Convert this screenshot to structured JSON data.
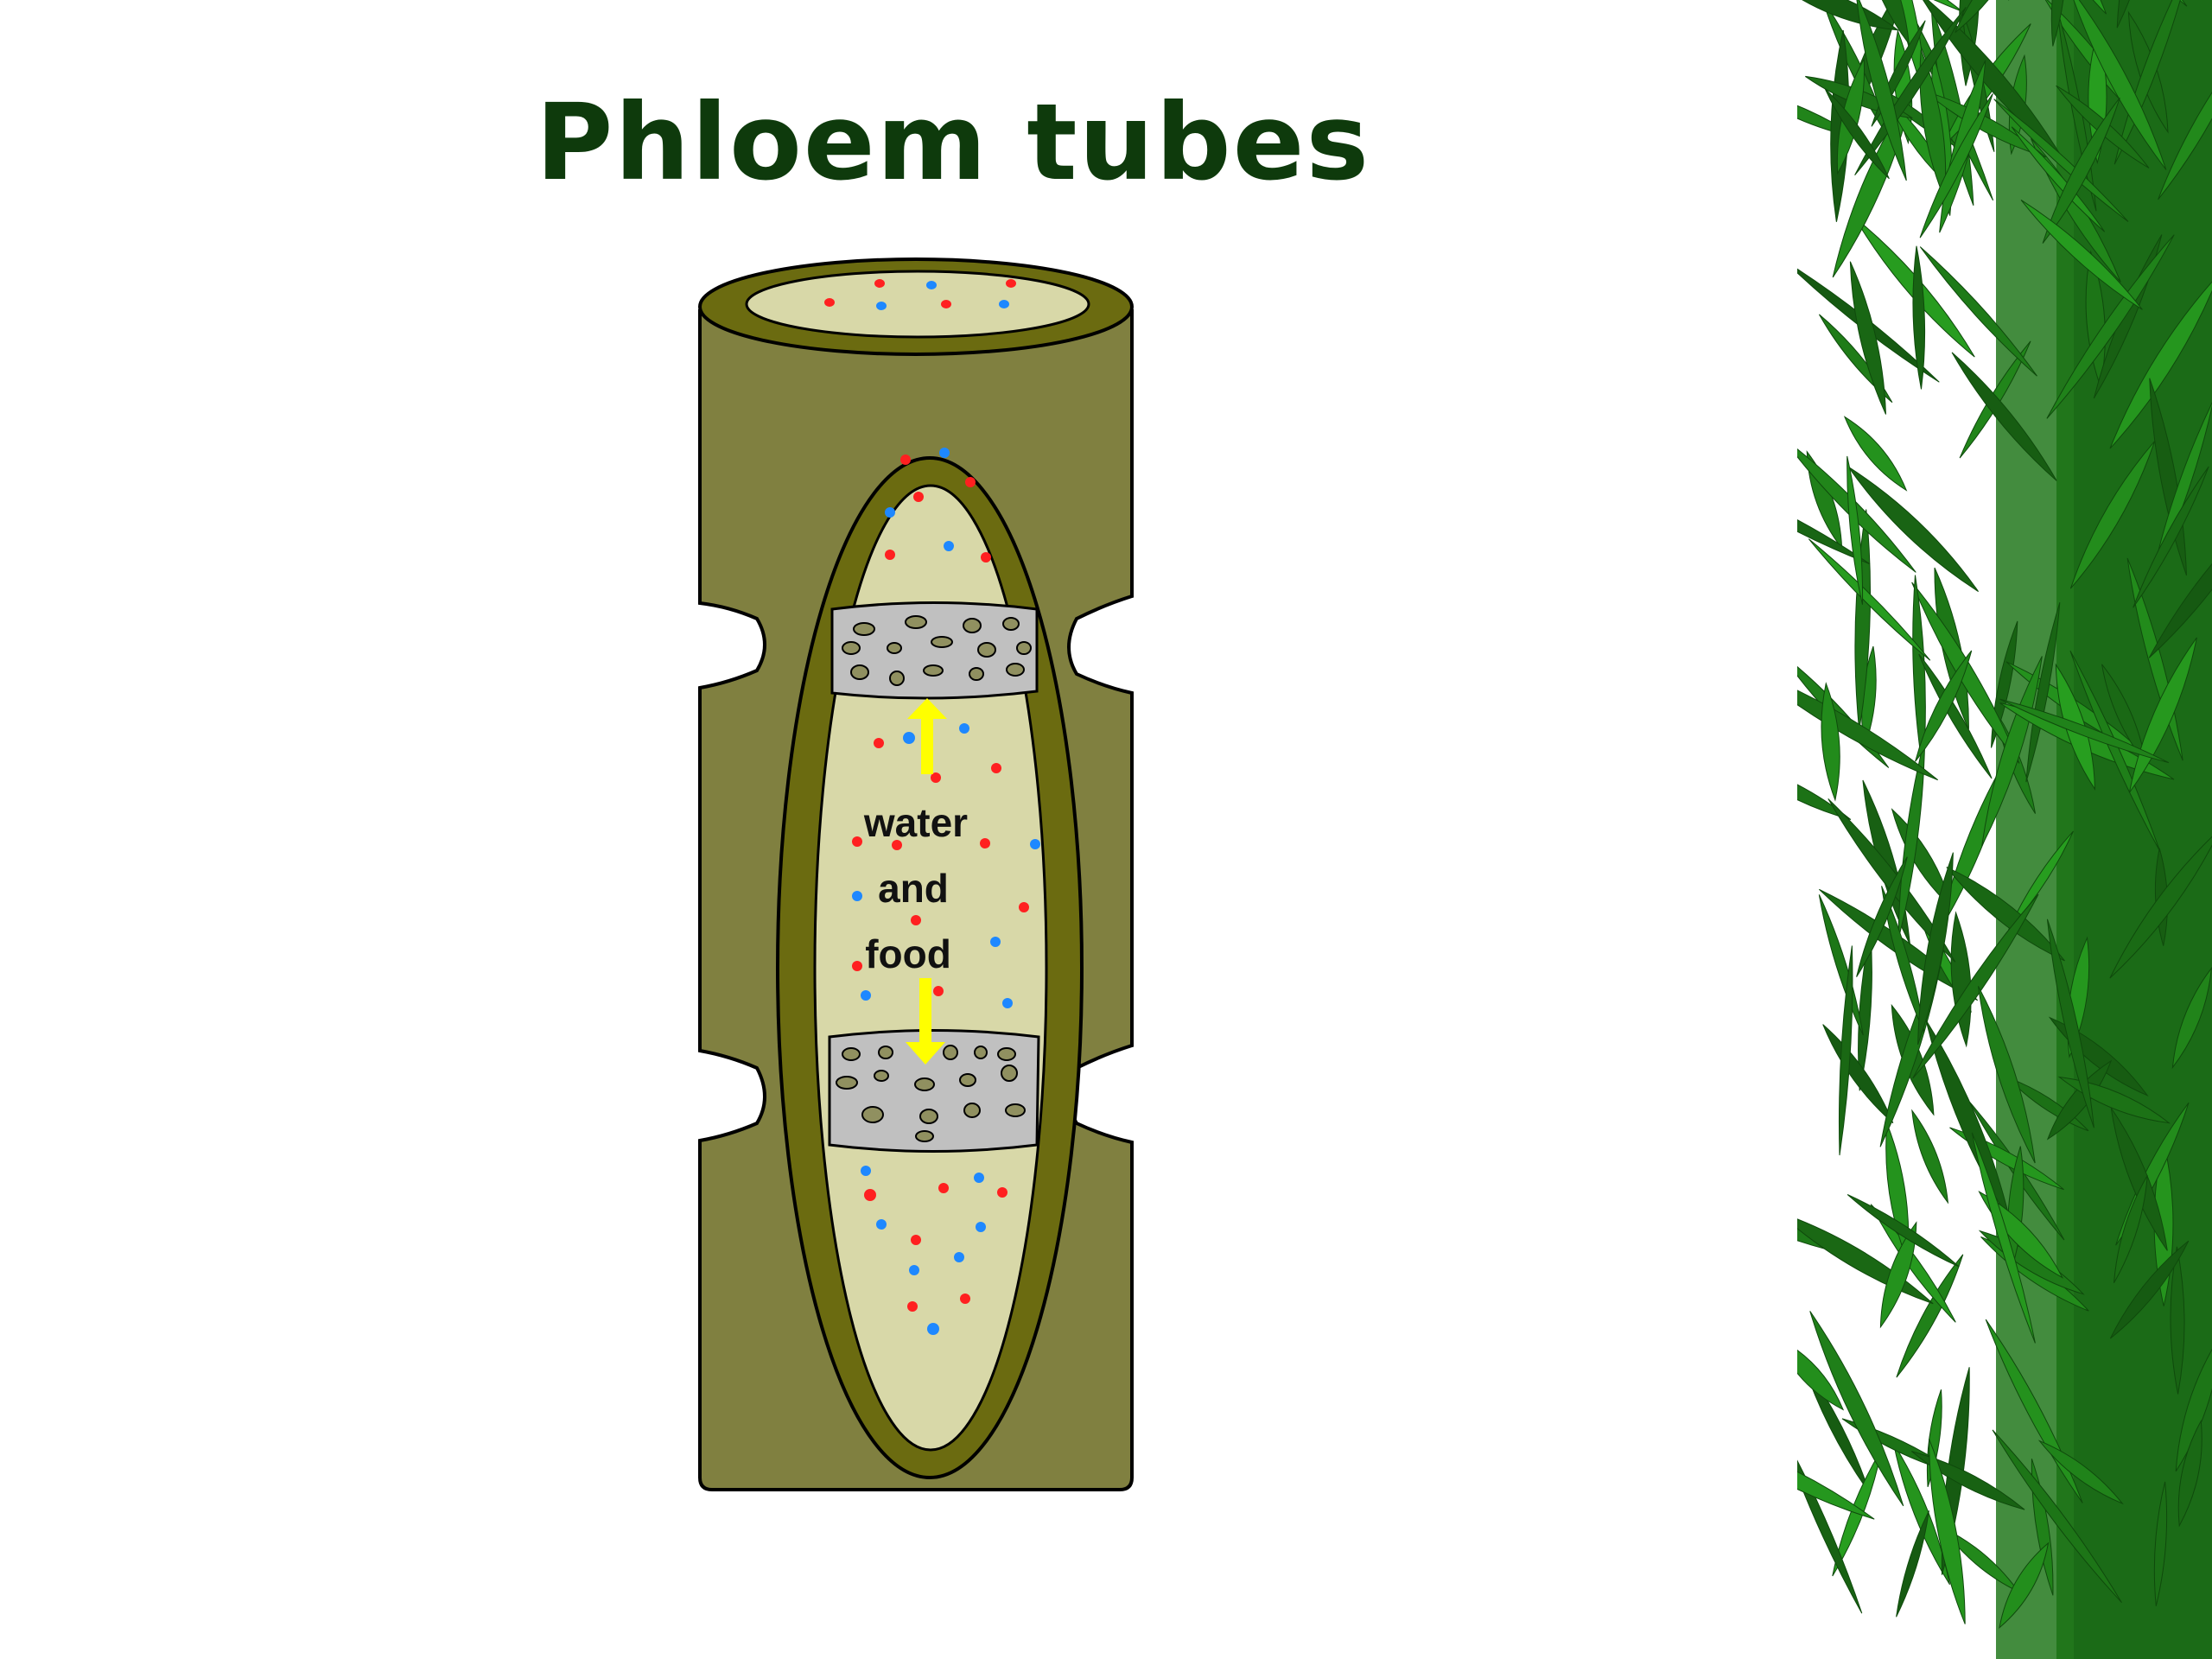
{
  "slide": {
    "title": "Phloem tubes"
  },
  "diagram": {
    "labels": {
      "line1": "water",
      "line2": "and",
      "line3": "food"
    },
    "colors": {
      "tube_wall": "#808040",
      "inner_wall": "#6b6b10",
      "sap": "#d8d8a8",
      "sieve_plate": "#c0c0c0",
      "arrow": "#ffff00",
      "red_particle": "#ff2020",
      "blue_particle": "#1e88ff"
    }
  },
  "foliage": {
    "icon": "bamboo-leaves-icon",
    "color": "#1f7a1a"
  }
}
